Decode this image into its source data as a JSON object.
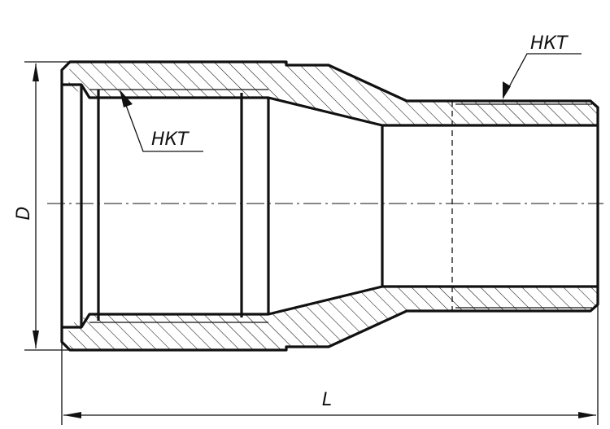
{
  "labels": {
    "thread_top_right": "НКТ",
    "thread_inner_left": "НКТ",
    "dim_diameter": "D",
    "dim_length": "L"
  }
}
